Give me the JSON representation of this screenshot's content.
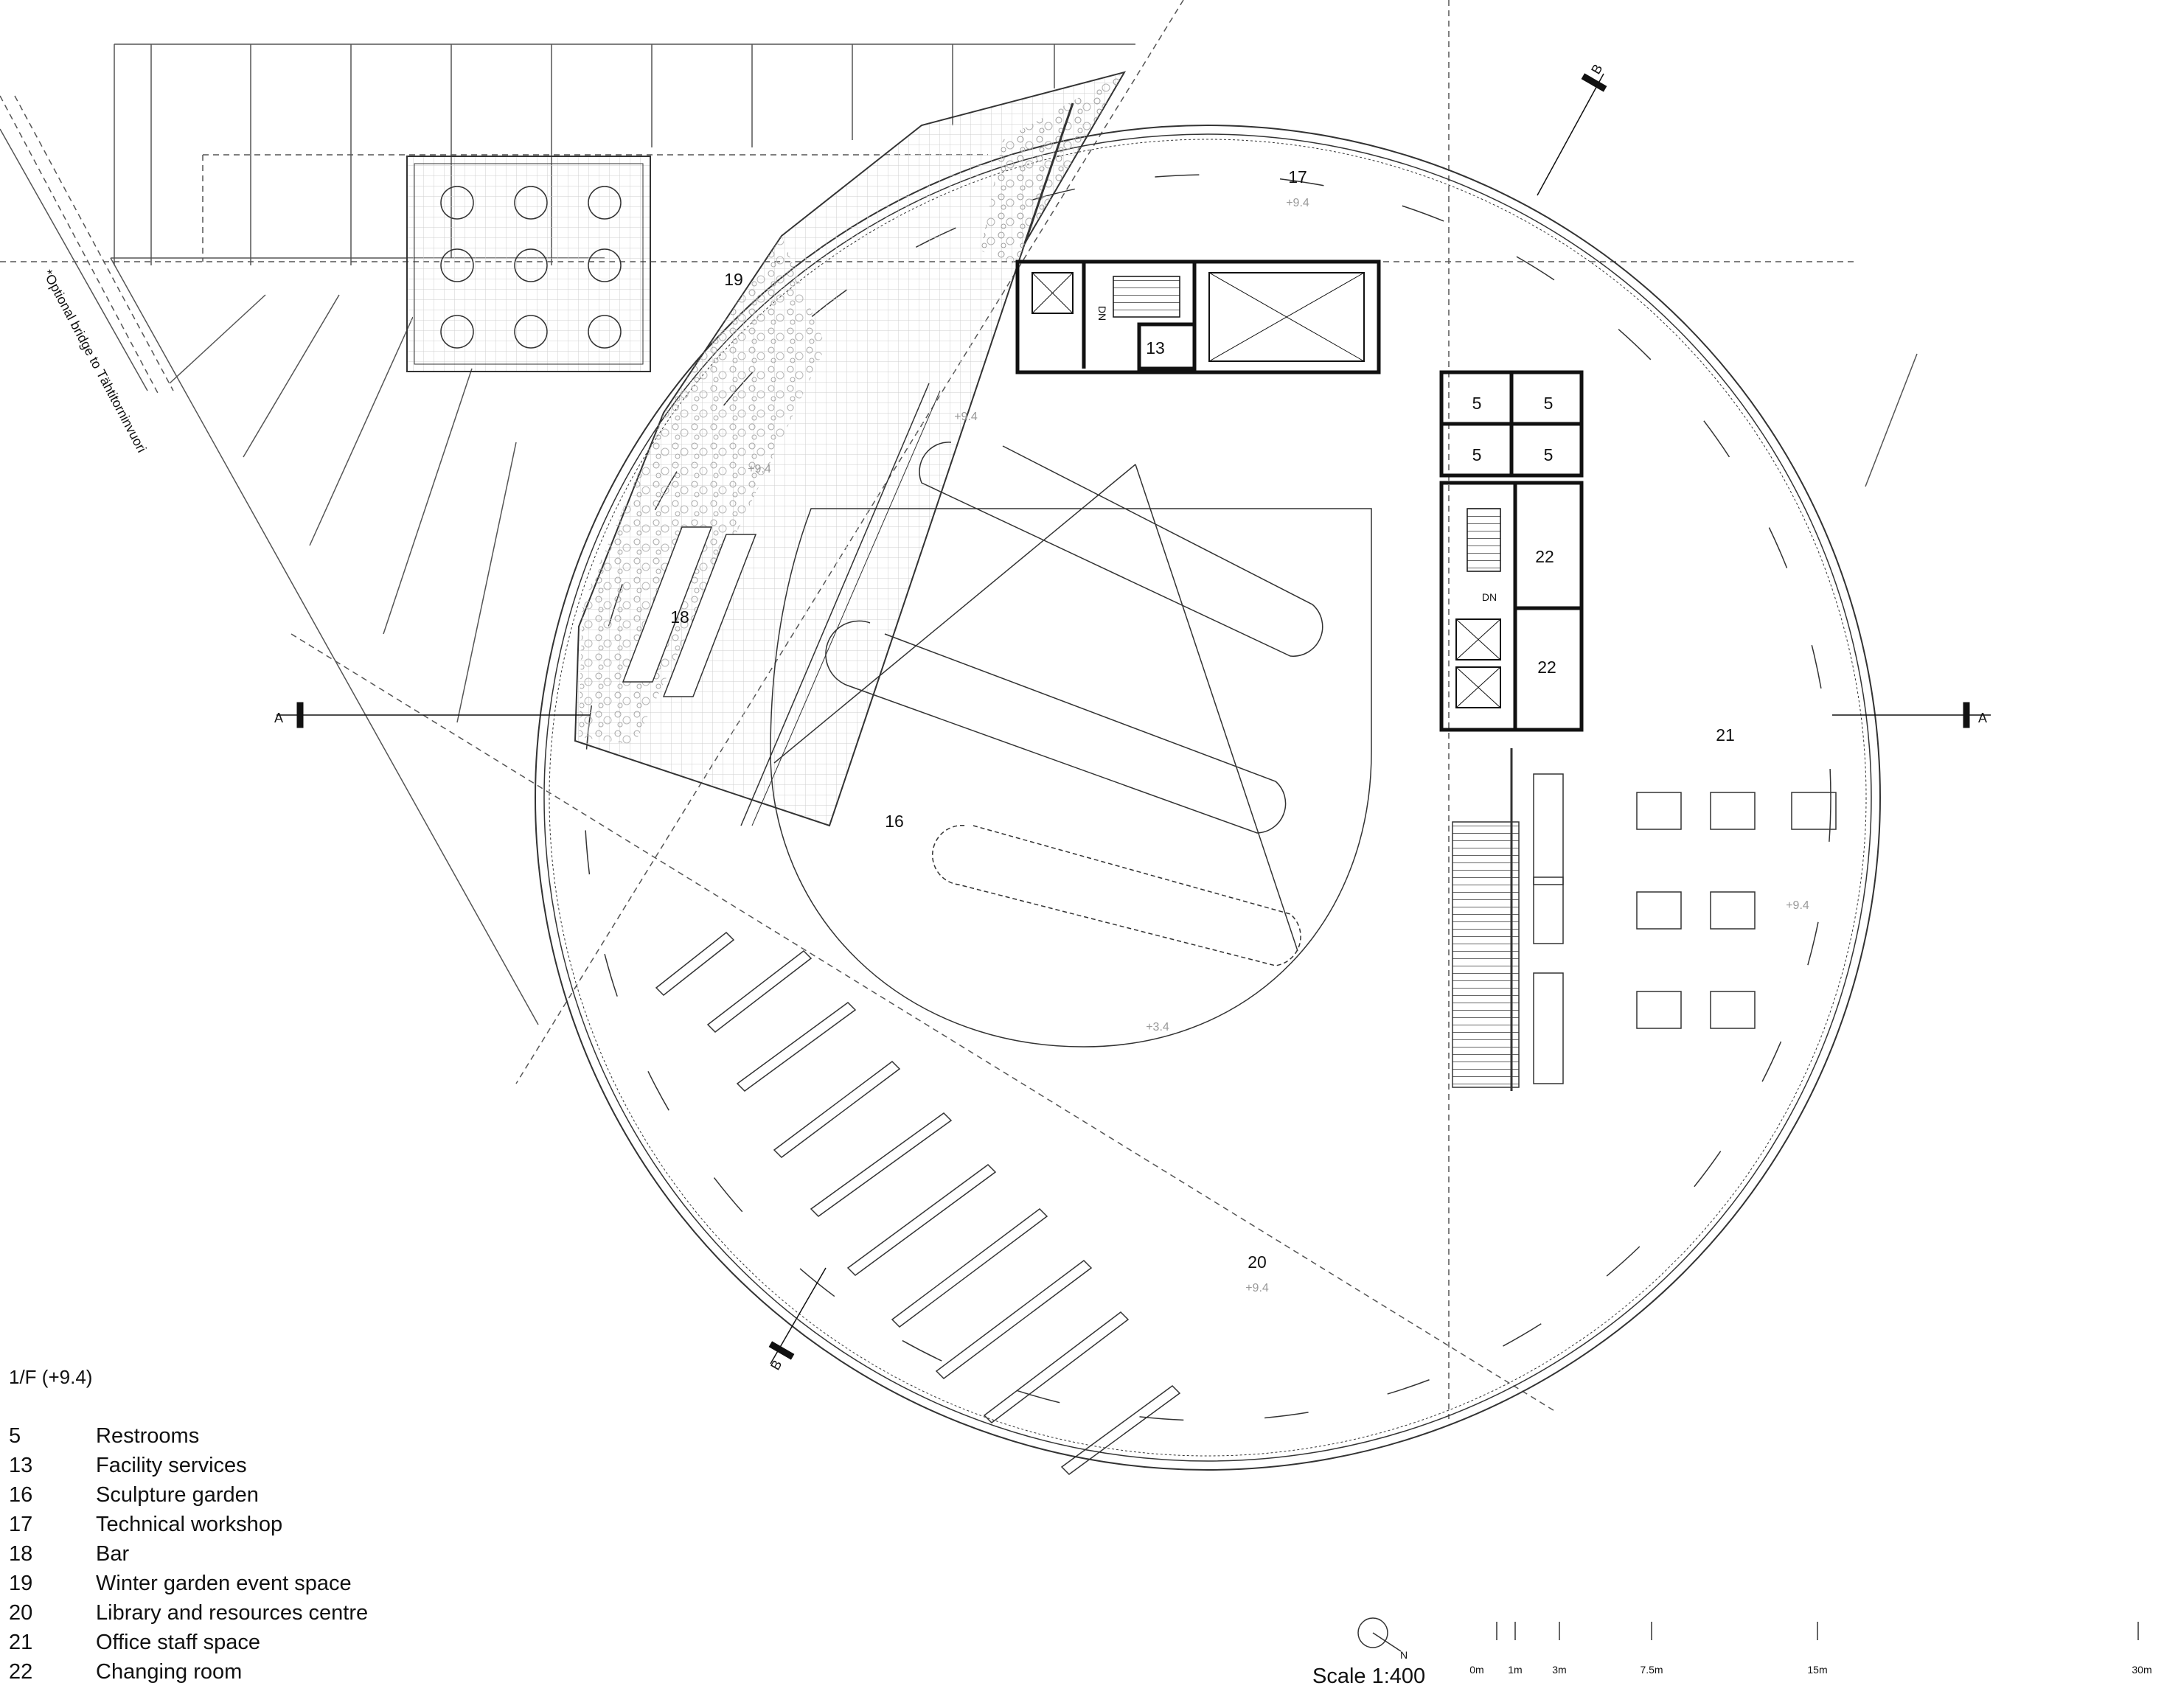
{
  "plan": {
    "level_title": "1/F (+9.4)",
    "rooms": [
      {
        "num": "17",
        "level": "+9.4"
      },
      {
        "num": "19"
      },
      {
        "num": "18",
        "level": "+9.4"
      },
      {
        "num": "16"
      },
      {
        "num": "20",
        "level": "+9.4"
      },
      {
        "num": "21",
        "level": "+9.4"
      },
      {
        "num": "13"
      },
      {
        "num": "5"
      },
      {
        "num": "22"
      }
    ],
    "level_marks": [
      "+9.4",
      "+3.4"
    ],
    "stair_label": "DN",
    "section_marks": {
      "a": "A",
      "b": "B"
    },
    "note": "*Optional bridge to Tähtitorninvuori",
    "legend": [
      {
        "num": "5",
        "label": "Restrooms"
      },
      {
        "num": "13",
        "label": "Facility services"
      },
      {
        "num": "16",
        "label": "Sculpture garden"
      },
      {
        "num": "17",
        "label": "Technical workshop"
      },
      {
        "num": "18",
        "label": "Bar"
      },
      {
        "num": "19",
        "label": "Winter garden event space"
      },
      {
        "num": "20",
        "label": "Library and resources centre"
      },
      {
        "num": "21",
        "label": "Office staff space"
      },
      {
        "num": "22",
        "label": "Changing room"
      }
    ],
    "scale": {
      "label": "Scale 1:400",
      "north": "N",
      "ticks": [
        "0m",
        "1m",
        "3m",
        "7.5m",
        "15m",
        "30m"
      ]
    }
  }
}
